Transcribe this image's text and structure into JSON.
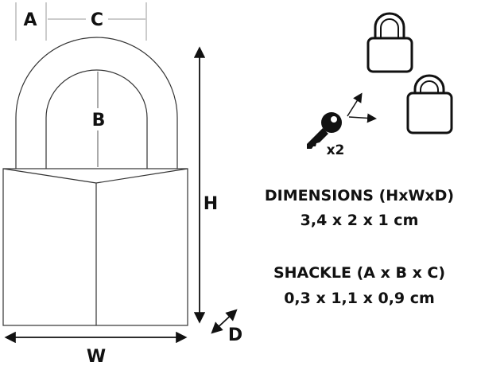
{
  "labels": {
    "a": "A",
    "b": "B",
    "c": "C",
    "h": "H",
    "w": "W",
    "d": "D"
  },
  "keys": {
    "count": "x2"
  },
  "dimensions": {
    "title": "DIMENSIONS (HxWxD)",
    "value": "3,4 x 2 x 1 cm"
  },
  "shackle": {
    "title": "SHACKLE (A x B x C)",
    "value": "0,3 x 1,1 x 0,9 cm"
  },
  "colors": {
    "line": "#333333",
    "text": "#111111"
  }
}
